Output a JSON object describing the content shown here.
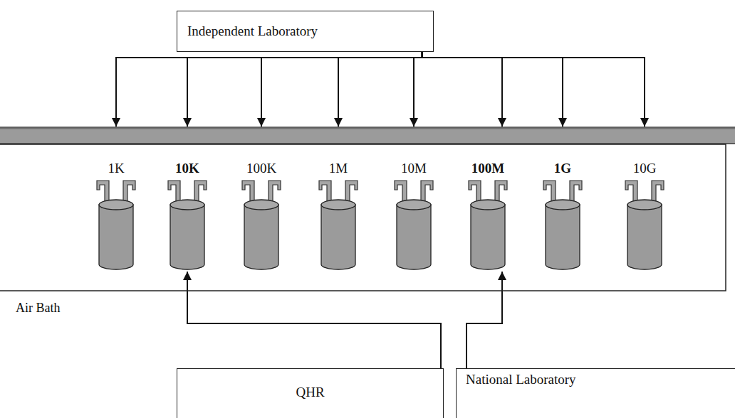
{
  "diagram": {
    "nodes": [
      {
        "text": [
          "Independent Laboratory"
        ]
      },
      {
        "text": [
          "Air Bath"
        ]
      },
      {
        "text": [
          "1K"
        ],
        "in": 1
      },
      {
        "text": [
          "10K"
        ],
        "in": 1
      },
      {
        "text": [
          "100K"
        ],
        "in": 1
      },
      {
        "text": [
          "1M"
        ],
        "in": 1
      },
      {
        "text": [
          "10M"
        ],
        "in": 1
      },
      {
        "text": [
          "100M"
        ],
        "in": 1
      },
      {
        "text": [
          "1G"
        ],
        "in": 1
      },
      {
        "text": [
          "10G"
        ],
        "in": 1
      },
      {
        "text": [
          "QHR"
        ]
      },
      {
        "text": [
          "National Laboratory"
        ]
      }
    ],
    "edges": [
      {
        "from": 0,
        "to": 2,
        "arrow": "to"
      },
      {
        "from": 0,
        "to": 3,
        "arrow": "to"
      },
      {
        "from": 0,
        "to": 4,
        "arrow": "to"
      },
      {
        "from": 0,
        "to": 5,
        "arrow": "to"
      },
      {
        "from": 0,
        "to": 6,
        "arrow": "to"
      },
      {
        "from": 0,
        "to": 7,
        "arrow": "to"
      },
      {
        "from": 0,
        "to": 8,
        "arrow": "to"
      },
      {
        "from": 0,
        "to": 9,
        "arrow": "to"
      },
      {
        "from": 10,
        "to": 3,
        "arrow": "to"
      },
      {
        "from": 11,
        "to": 7,
        "arrow": "to"
      }
    ]
  }
}
